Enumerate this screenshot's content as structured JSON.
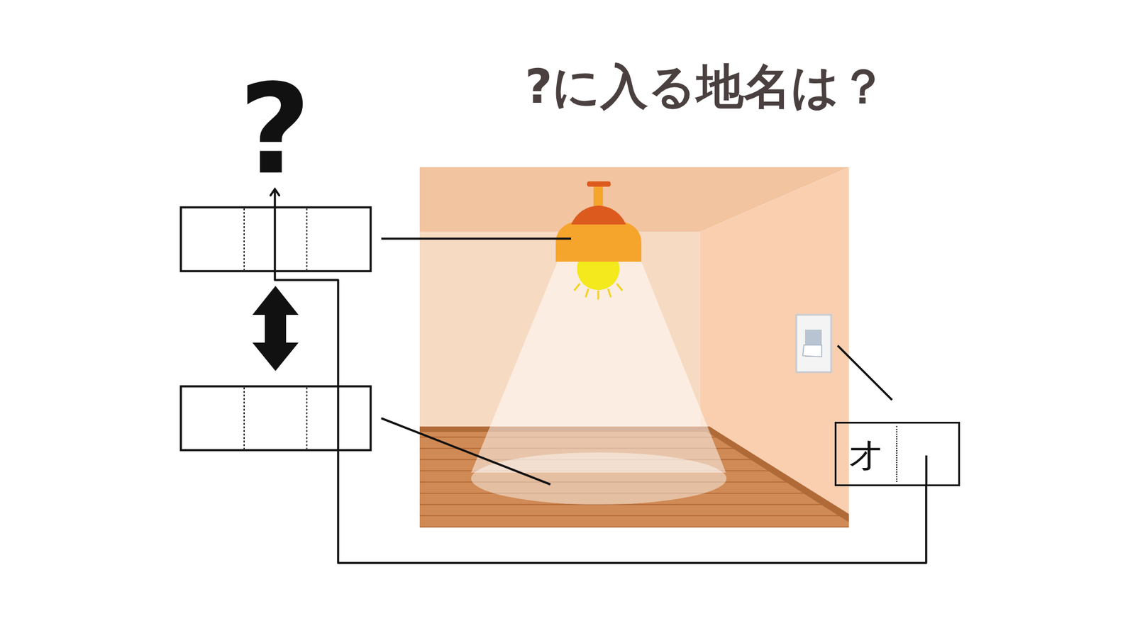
{
  "diagram": {
    "title": "?に入る地名は？",
    "nodes": [
      {
        "text": [
          "?"
        ]
      },
      {
        "text": [
          "オ"
        ]
      }
    ],
    "edges": [
      {
        "from": 1,
        "to": 0,
        "arrow": "to"
      }
    ]
  }
}
